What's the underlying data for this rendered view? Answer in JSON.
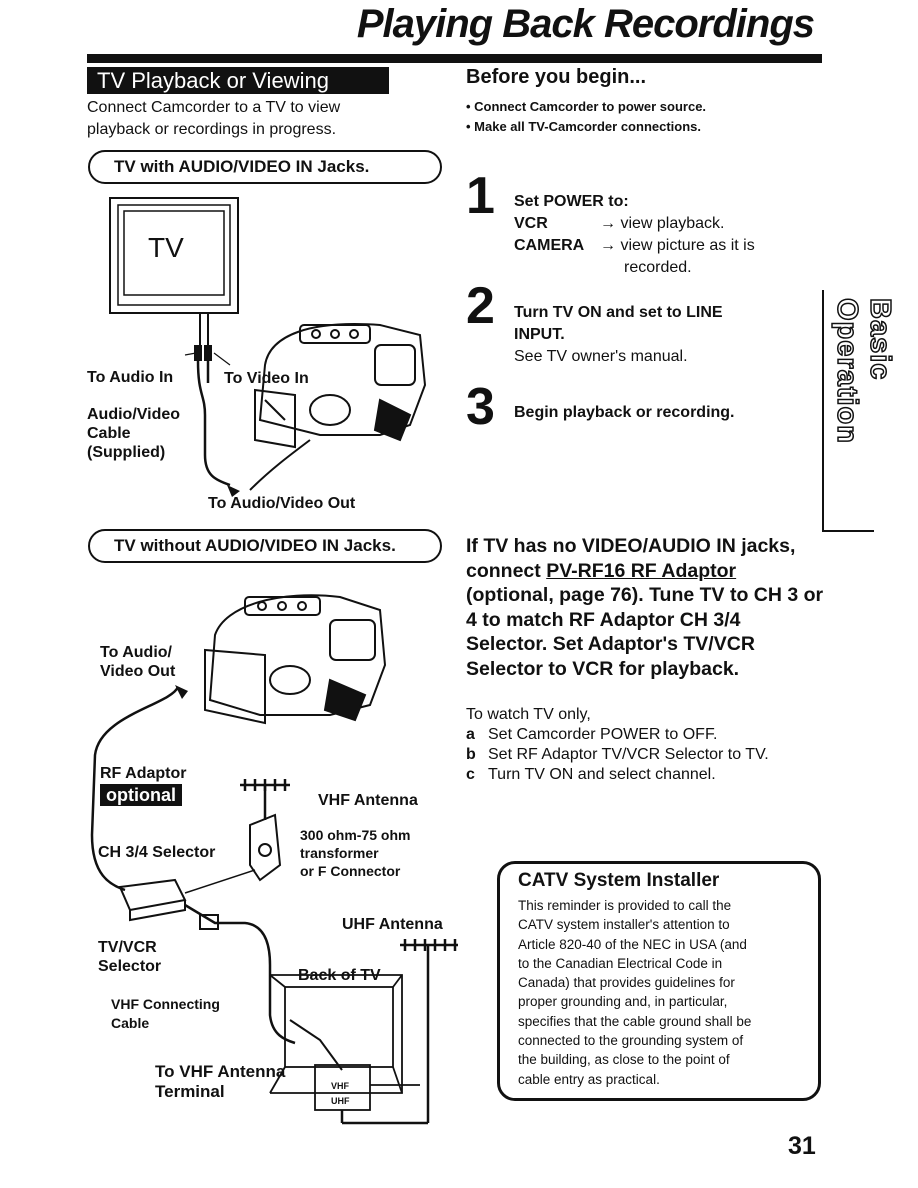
{
  "page": {
    "title": "Playing Back Recordings",
    "number": "31",
    "side_tab": "Basic Operation"
  },
  "left": {
    "section_title": "TV Playback or Viewing",
    "intro": [
      "Connect Camcorder to a TV to view",
      "playback or recordings in progress."
    ],
    "with_jacks": {
      "pill": "TV with AUDIO/VIDEO IN Jacks.",
      "tv_label": "TV",
      "to_audio_in": "To Audio In",
      "to_video_in": "To Video In",
      "cable": [
        "Audio/Video",
        "Cable",
        "(Supplied)"
      ],
      "to_av_out": "To Audio/Video Out"
    },
    "without_jacks": {
      "pill": "TV without AUDIO/VIDEO IN Jacks.",
      "to_av_out": [
        "To Audio/",
        "Video Out"
      ],
      "rf_adaptor": "RF Adaptor",
      "optional": "optional",
      "vhf_antenna": "VHF Antenna",
      "transformer": [
        "300 ohm-75 ohm",
        "transformer",
        "or F Connector"
      ],
      "ch_selector": "CH 3/4 Selector",
      "uhf_antenna": "UHF Antenna",
      "tvvcr_selector": [
        "TV/VCR",
        "Selector"
      ],
      "back_of_tv": "Back of TV",
      "vhf_cable": [
        "VHF Connecting",
        "Cable"
      ],
      "vhf_terminal": [
        "To VHF Antenna",
        "Terminal"
      ],
      "vhf_mark": "VHF",
      "uhf_mark": "UHF"
    }
  },
  "right": {
    "before_title": "Before you begin...",
    "before_items": [
      "• Connect Camcorder to power source.",
      "• Make all TV-Camcorder connections."
    ],
    "steps": [
      {
        "num": "1",
        "head": "Set POWER to:",
        "lines": [
          {
            "key": "VCR",
            "text": "→ view playback."
          },
          {
            "key": "CAMERA",
            "text": "→ view picture as it is"
          },
          {
            "key": "",
            "text": "recorded."
          }
        ]
      },
      {
        "num": "2",
        "head": "Turn TV ON and set to LINE",
        "head2": "INPUT.",
        "sub": "See TV owner's manual."
      },
      {
        "num": "3",
        "head": "Begin playback or recording."
      }
    ],
    "rf_para": {
      "pre": "If TV has no VIDEO/AUDIO IN jacks, connect ",
      "link": "PV-RF16 RF Adaptor",
      "post": " (optional, page 76). Tune TV to CH 3 or 4 to match RF Adaptor CH 3/4 Selector. Set Adaptor's TV/VCR Selector to VCR for playback."
    },
    "watch_title": "To watch TV only,",
    "watch_items": [
      {
        "k": "a",
        "t": "Set Camcorder POWER to OFF."
      },
      {
        "k": "b",
        "t": "Set RF Adaptor TV/VCR Selector to TV."
      },
      {
        "k": "c",
        "t": "Turn TV ON and select channel."
      }
    ],
    "catv": {
      "title": "CATV System Installer",
      "lines": [
        "This reminder is provided to call the",
        "CATV system installer's attention to",
        "Article 820-40 of the NEC in USA (and",
        "to the Canadian Electrical Code in",
        "Canada) that provides guidelines for",
        "proper grounding and, in particular,",
        "specifies that the cable ground shall be",
        "connected to the grounding system of",
        "the building, as close to the point of",
        "cable entry as practical."
      ]
    }
  }
}
